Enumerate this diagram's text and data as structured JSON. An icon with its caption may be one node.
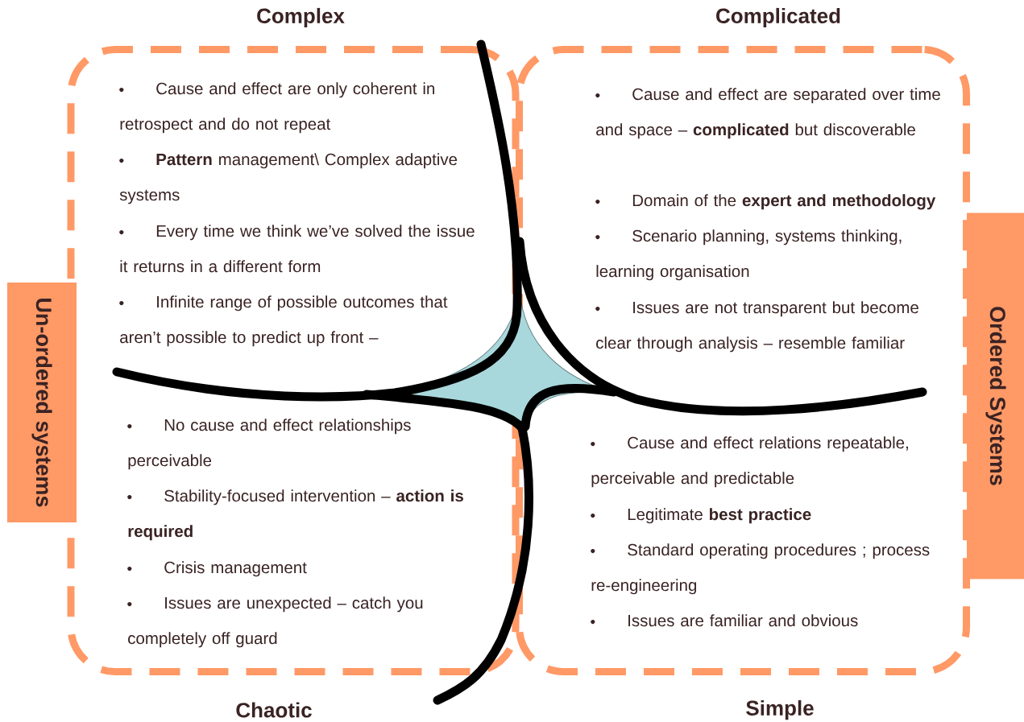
{
  "diagram": {
    "nodes": [
      {
        "text": [
          "Complex",
          "Cause and effect are only coherent in retrospect and do not repeat",
          "**Pattern** management\\ Complex adaptive systems",
          "Every time we think we’ve solved the issue it returns in a different form",
          "Infinite range of possible outcomes that aren’t possible to predict up front –",
          "No cause and effect  relationships perceivable",
          "Stability-focused intervention – **action is required**",
          "Crisis management",
          "Issues are unexpected – catch you completely off guard",
          "Chaotic"
        ]
      },
      {
        "text": [
          "Complicated",
          "Cause and effect are separated over time and space – **complicated** but discoverable",
          "Domain of the **expert and methodology**",
          "Scenario planning, systems thinking, learning organisation",
          "Issues are not transparent but become clear through analysis – resemble familiar",
          "Cause and effect relations repeatable, perceivable and predictable",
          "Legitimate **best practice**",
          "Standard operating procedures ; process re-engineering",
          "Issues are familiar and obvious",
          "Simple"
        ]
      },
      {
        "text": [
          "Un-ordered systems"
        ]
      },
      {
        "text": [
          "Ordered Systems"
        ]
      },
      {
        "text": [],
        "shape": "star"
      }
    ]
  }
}
